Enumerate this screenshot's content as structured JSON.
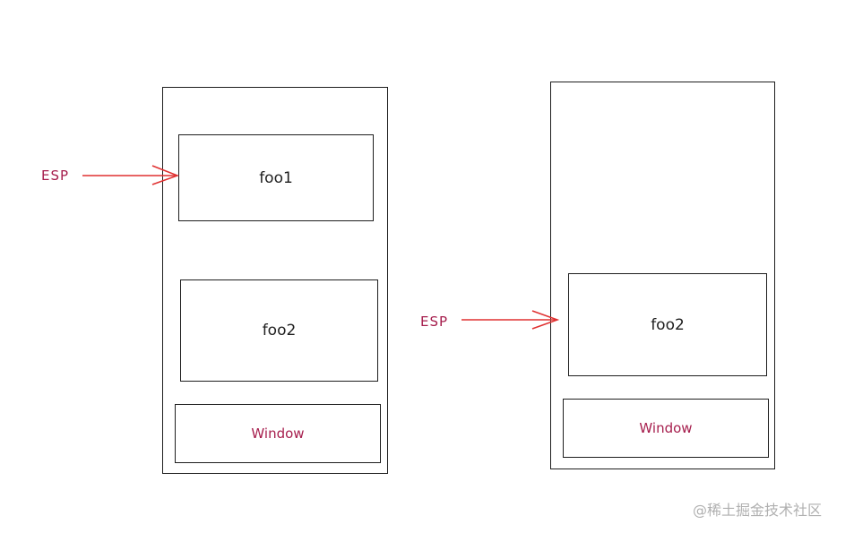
{
  "left_panel": {
    "blocks": [
      "foo1",
      "foo2"
    ],
    "window_label": "Window",
    "pointer_label": "ESP"
  },
  "right_panel": {
    "blocks": [
      "foo2"
    ],
    "window_label": "Window",
    "pointer_label": "ESP"
  },
  "watermark": "@稀土掘金技术社区",
  "colors": {
    "label": "#a61e4d",
    "arrow": "#e03131",
    "stroke": "#1e1e1e"
  }
}
